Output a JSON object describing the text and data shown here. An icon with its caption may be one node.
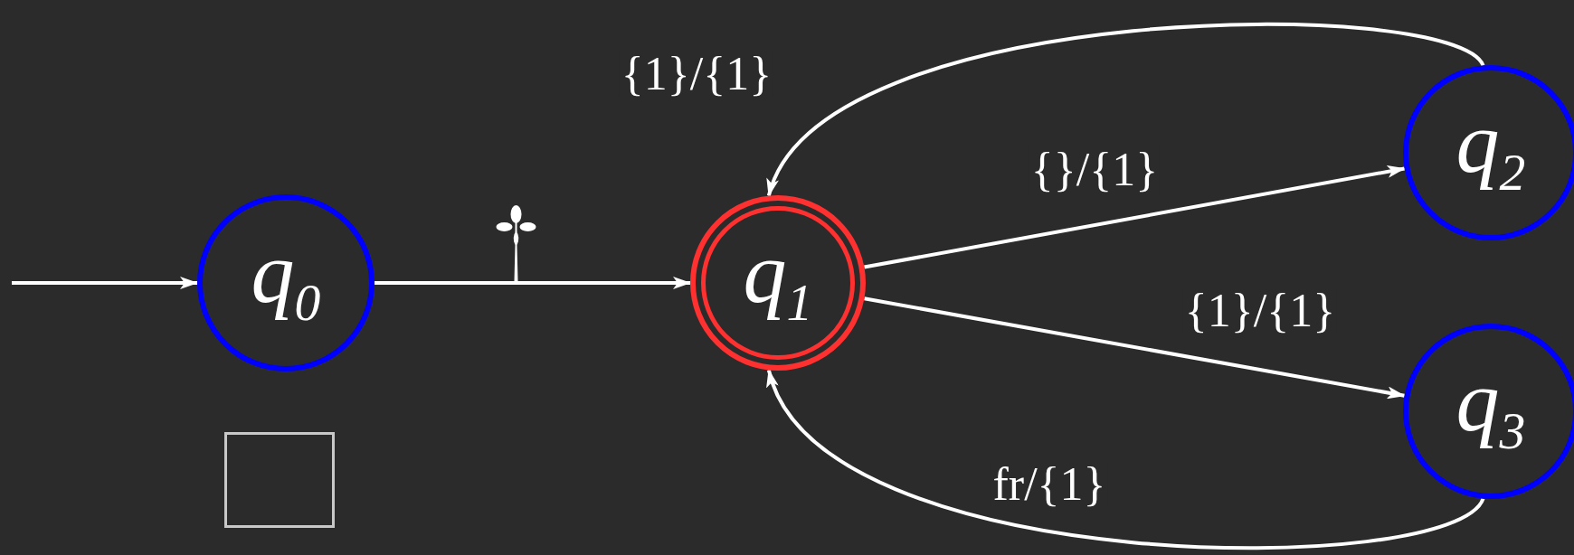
{
  "diagram": {
    "nodes": [
      {
        "text": [
          "q$_{0}$"
        ]
      },
      {
        "text": [
          "q$_{1}$"
        ]
      },
      {
        "text": [
          "q$_{2}$"
        ]
      },
      {
        "text": [
          "q$_{3}$"
        ]
      },
      {
        "text": [],
        "shape": "box"
      }
    ],
    "edges": [
      {
        "from": null,
        "to": 0,
        "arrow": "to"
      },
      {
        "from": 0,
        "to": 1,
        "arrow": "to"
      },
      {
        "from": 2,
        "to": 1,
        "arrow": "to",
        "label": "{1}/{1}"
      },
      {
        "from": 1,
        "to": 2,
        "arrow": "to",
        "label": "{}/{1}"
      },
      {
        "from": 1,
        "to": 3,
        "arrow": "to",
        "label": "{1}/{1}"
      },
      {
        "from": 3,
        "to": 1,
        "arrow": "to",
        "label": "fr/{1}"
      }
    ]
  }
}
